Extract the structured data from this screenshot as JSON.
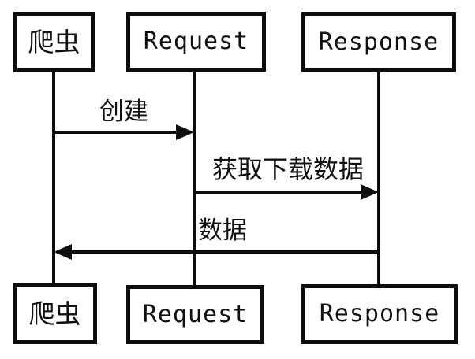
{
  "diagram_type": "sequence-diagram",
  "actors": [
    {
      "id": "crawler",
      "label": "爬虫"
    },
    {
      "id": "request",
      "label": "Request"
    },
    {
      "id": "response",
      "label": "Response"
    }
  ],
  "messages": [
    {
      "id": "create",
      "label": "创建",
      "from": "爬虫",
      "to": "Request",
      "direction": "right"
    },
    {
      "id": "fetch-download-data",
      "label": "获取下载数据",
      "from": "Request",
      "to": "Response",
      "direction": "right"
    },
    {
      "id": "data",
      "label": "数据",
      "from": "Response",
      "to": "爬虫",
      "direction": "left"
    }
  ],
  "colors": {
    "background": "#ffffff",
    "line": "#0d0d0d",
    "text": "#111111"
  }
}
